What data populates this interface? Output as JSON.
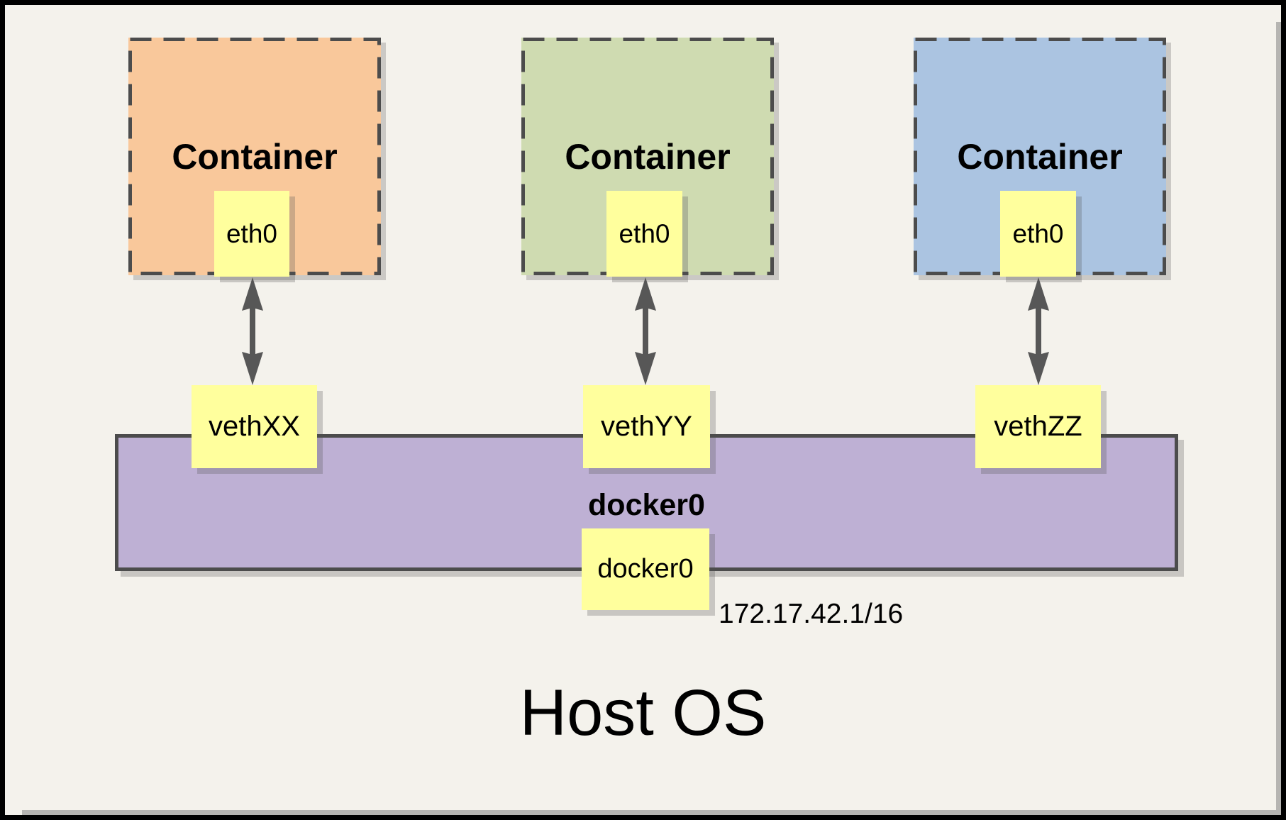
{
  "diagram": {
    "background_color": "#f4f2ec",
    "frame_color": "#000000",
    "note_color": "#ffff9d",
    "dash_border_color": "#4c4c4c",
    "arrow_color": "#575757",
    "containers": [
      {
        "label": "Container",
        "fill": "#f9c89b",
        "interface_label": "eth0",
        "veth_label": "vethXX"
      },
      {
        "label": "Container",
        "fill": "#cfdbb1",
        "interface_label": "eth0",
        "veth_label": "vethYY"
      },
      {
        "label": "Container",
        "fill": "#abc4e1",
        "interface_label": "eth0",
        "veth_label": "vethZZ"
      }
    ],
    "bridge": {
      "title": "docker0",
      "fill": "#beb0d4",
      "interface_label": "docker0",
      "ip_address": "172.17.42.1/16"
    },
    "host_label": "Host OS"
  }
}
